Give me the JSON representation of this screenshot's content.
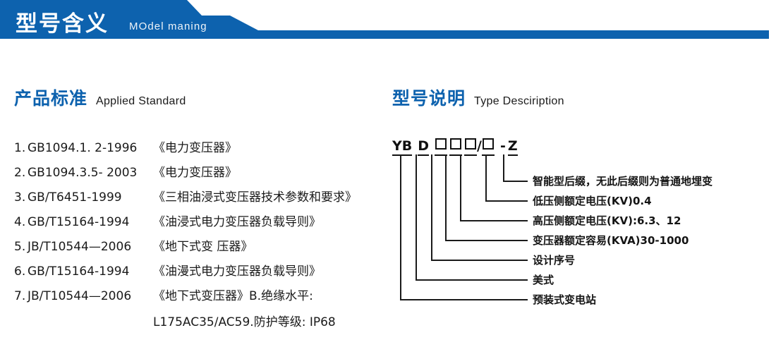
{
  "banner": {
    "title": "型号含义",
    "subtitle": "MOdel maning",
    "color": "#0d62ae"
  },
  "sections": {
    "left": {
      "heading_cn": "产品标准",
      "heading_en": "Applied Standard",
      "standards": [
        {
          "num": "1.",
          "code": "GB1094.1. 2-1996",
          "name": "《电力变压器》"
        },
        {
          "num": "2.",
          "code": "GB1094.3.5- 2003",
          "name": "《电力变压器》"
        },
        {
          "num": "3.",
          "code": "GB/T6451-1999",
          "name": "《三相油浸式变压器技术参数和要求》"
        },
        {
          "num": "4.",
          "code": "GB/T15164-1994",
          "name": "《油浸式电力变压器负载导则》"
        },
        {
          "num": "5.",
          "code": "JB/T10544—2006",
          "name": "《地下式变 压器》"
        },
        {
          "num": "6.",
          "code": "GB/T15164-1994",
          "name": "《油漫式电力变压器负载导则》"
        },
        {
          "num": "7.",
          "code": "JB/T10544—2006",
          "name": "《地下式变压器》B.绝缘水平:"
        }
      ],
      "continuation": "L175AC35/AC59.防护等级: IP68"
    },
    "right": {
      "heading_cn": "型号说明",
      "heading_en": "Type Desciription",
      "code": {
        "yb": "YB",
        "d": "D",
        "slash": "/",
        "dash": "-",
        "z": "Z",
        "box": "□",
        "box_count_left": 3,
        "box_count_right": 1
      },
      "callouts": [
        "智能型后缀，无此后缀则为普通地埋变",
        "低压侧额定电压(KV)0.4",
        "高压侧额定电压(KV):6.3、12",
        "变压器额定容易(KVA)30-1000",
        "设计序号",
        "美式",
        "预装式变电站"
      ]
    }
  }
}
